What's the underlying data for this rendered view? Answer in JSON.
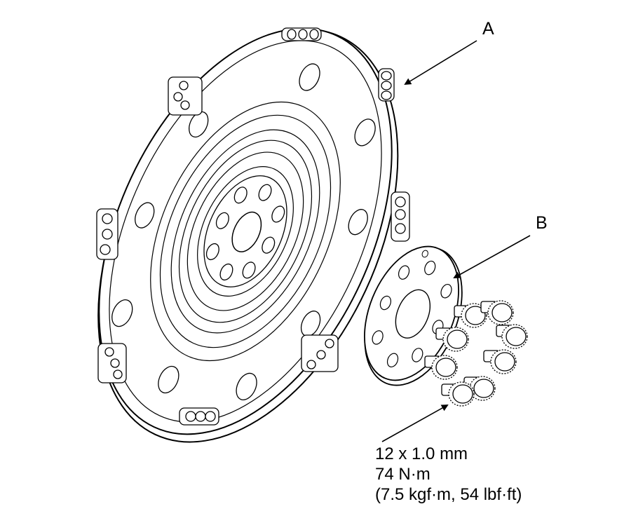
{
  "callouts": {
    "a": "A",
    "b": "B"
  },
  "spec": {
    "line1": "12 x 1.0 mm",
    "line2": "74 N·m",
    "line3": "(7.5 kgf·m, 54 lbf·ft)"
  },
  "colors": {
    "line": "#000000",
    "background": "#ffffff"
  }
}
